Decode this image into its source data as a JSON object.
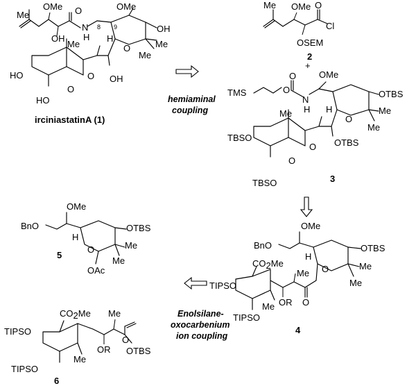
{
  "compounds": {
    "c1": {
      "label": "irciniastatinA  (1)"
    },
    "c2": {
      "label": "2"
    },
    "c3": {
      "label": "3"
    },
    "c4": {
      "label": "4"
    },
    "c5": {
      "label": "5"
    },
    "c6": {
      "label": "6"
    }
  },
  "plus": "+",
  "steps": {
    "hemiaminal_line1": "hemiaminal",
    "hemiaminal_line2": "coupling",
    "enol_line1": "Enolsilane-",
    "enol_line2": "oxocarbenium",
    "enol_line3": "ion coupling"
  },
  "atoms": {
    "Me": "Me",
    "OMe": "OMe",
    "OH": "OH",
    "HO": "HO",
    "O": "O",
    "N": "N",
    "H": "H",
    "Cl": "Cl",
    "OSEM": "OSEM",
    "TMS": "TMS",
    "OTBS": "OTBS",
    "TBSO": "TBSO",
    "TIPSO": "TIPSO",
    "CO2Me_main": "CO",
    "CO2Me_sub": "2",
    "CO2Me_end": "Me",
    "BnO": "BnO",
    "OAc": "OAc",
    "OR": "OR",
    "n8": "8",
    "n9": "9"
  }
}
